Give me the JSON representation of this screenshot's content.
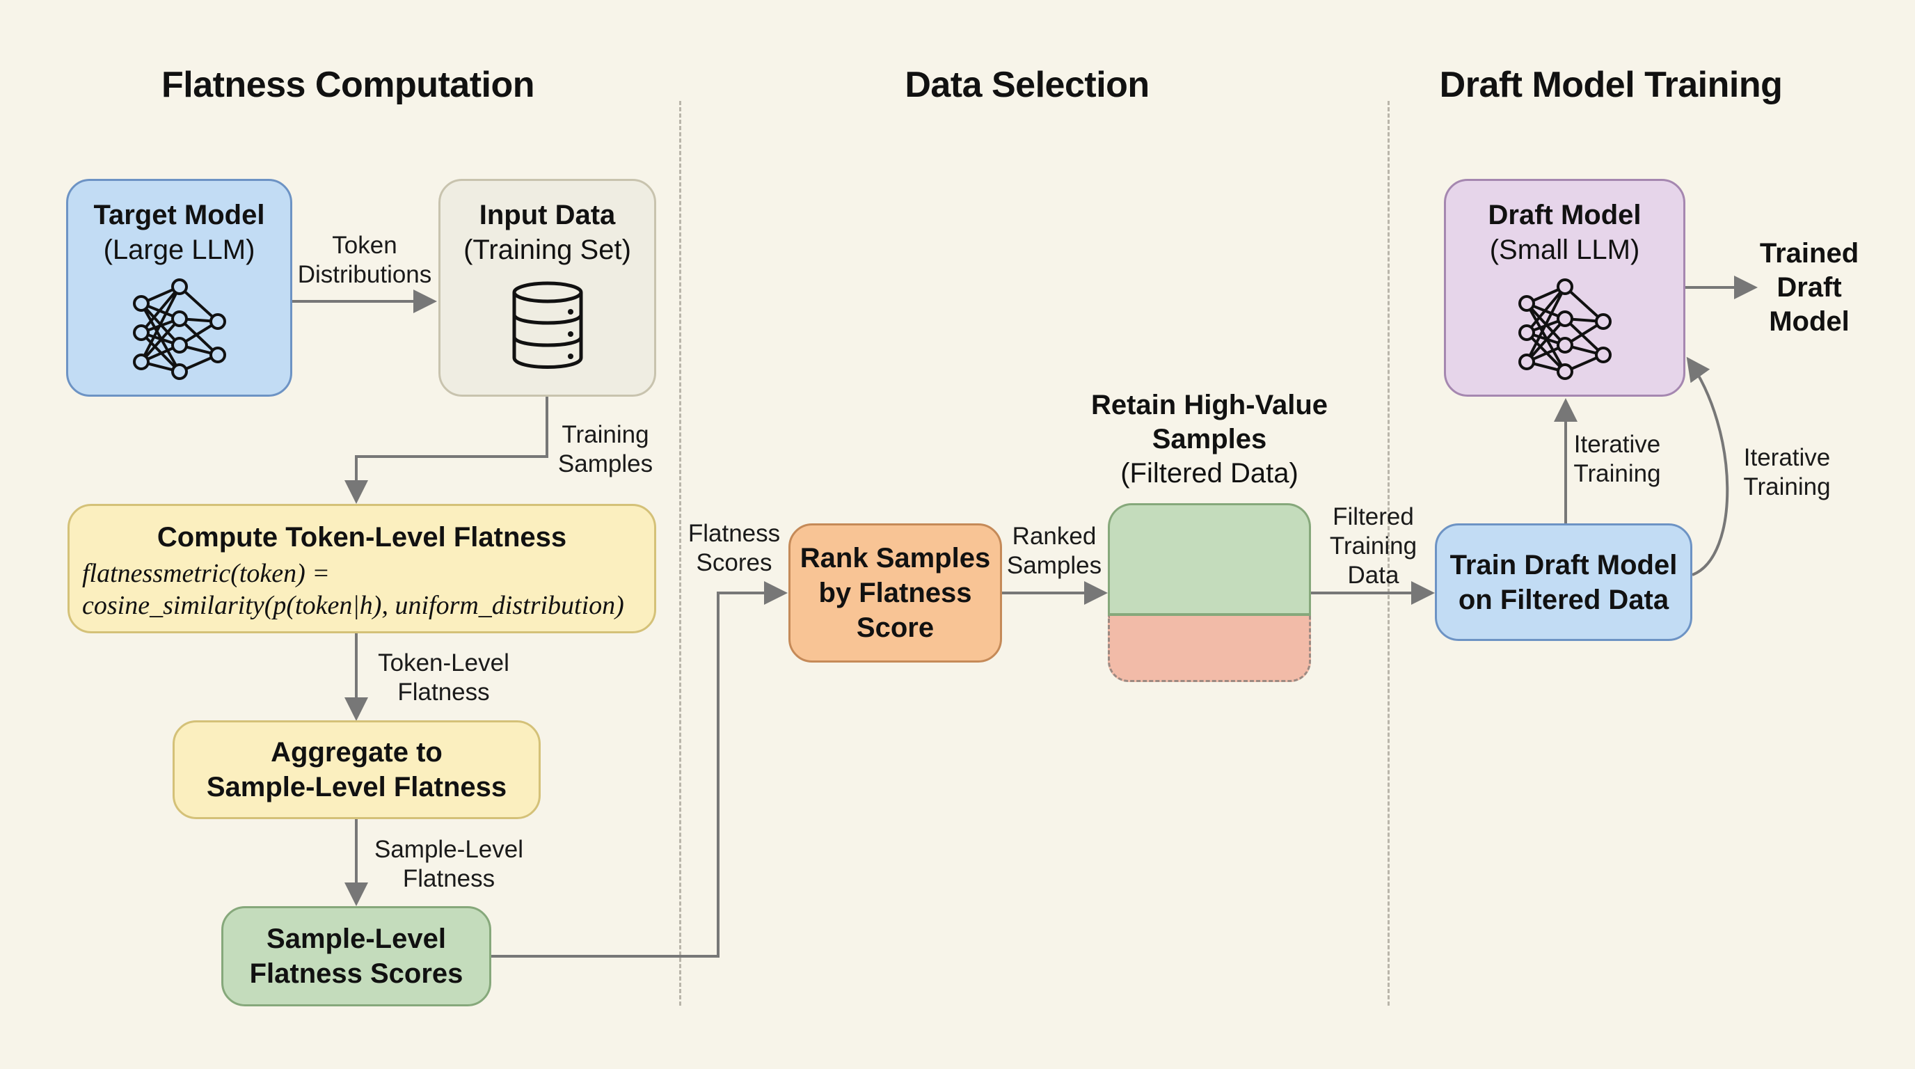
{
  "sections": {
    "flatness": "Flatness Computation",
    "selection": "Data Selection",
    "training": "Draft Model Training"
  },
  "nodes": {
    "target_model": {
      "title": "Target Model",
      "sub": "(Large LLM)",
      "icon": "neural-network-icon"
    },
    "input_data": {
      "title": "Input Data",
      "sub": "(Training Set)",
      "icon": "database-icon"
    },
    "compute_flatness": {
      "title": "Compute Token-Level Flatness",
      "formula_line1": "flatnessmetric(token) =",
      "formula_line2": "cosine_similarity(p(token|h), uniform_distribution)"
    },
    "aggregate": {
      "line1": "Aggregate to",
      "line2": "Sample-Level Flatness"
    },
    "sample_scores": {
      "line1": "Sample-Level",
      "line2": "Flatness Scores"
    },
    "rank": {
      "line1": "Rank Samples",
      "line2": "by Flatness",
      "line3": "Score"
    },
    "retain": {
      "line1": "Retain High-Value",
      "line2": "Samples",
      "line3": "(Filtered Data)"
    },
    "train_draft": {
      "line1": "Train Draft Model",
      "line2": "on Filtered Data"
    },
    "draft_model": {
      "title": "Draft Model",
      "sub": "(Small LLM)",
      "icon": "neural-network-icon"
    },
    "trained_output": {
      "line1": "Trained",
      "line2": "Draft",
      "line3": "Model"
    }
  },
  "edges": {
    "token_distributions": {
      "line1": "Token",
      "line2": "Distributions"
    },
    "training_samples": {
      "line1": "Training",
      "line2": "Samples"
    },
    "token_level_flatness": {
      "line1": "Token-Level",
      "line2": "Flatness"
    },
    "sample_level_flatness": {
      "line1": "Sample-Level",
      "line2": "Flatness"
    },
    "flatness_scores": {
      "line1": "Flatness",
      "line2": "Scores"
    },
    "ranked_samples": {
      "line1": "Ranked",
      "line2": "Samples"
    },
    "filtered_training_data": {
      "line1": "Filtered",
      "line2": "Training",
      "line3": "Data"
    },
    "iterative_training_straight": {
      "line1": "Iterative",
      "line2": "Training"
    },
    "iterative_training_curved": {
      "line1": "Iterative",
      "line2": "Training"
    }
  },
  "colors": {
    "background": "#f7f4e9",
    "blue": "#c2dcf4",
    "beige": "#efede2",
    "yellow": "#fbefbf",
    "green": "#c4dcbc",
    "orange": "#f8c495",
    "purple": "#e6d5ea",
    "retained": "#c4dcbc",
    "discarded": "#f2bba8",
    "arrow": "#777777"
  }
}
